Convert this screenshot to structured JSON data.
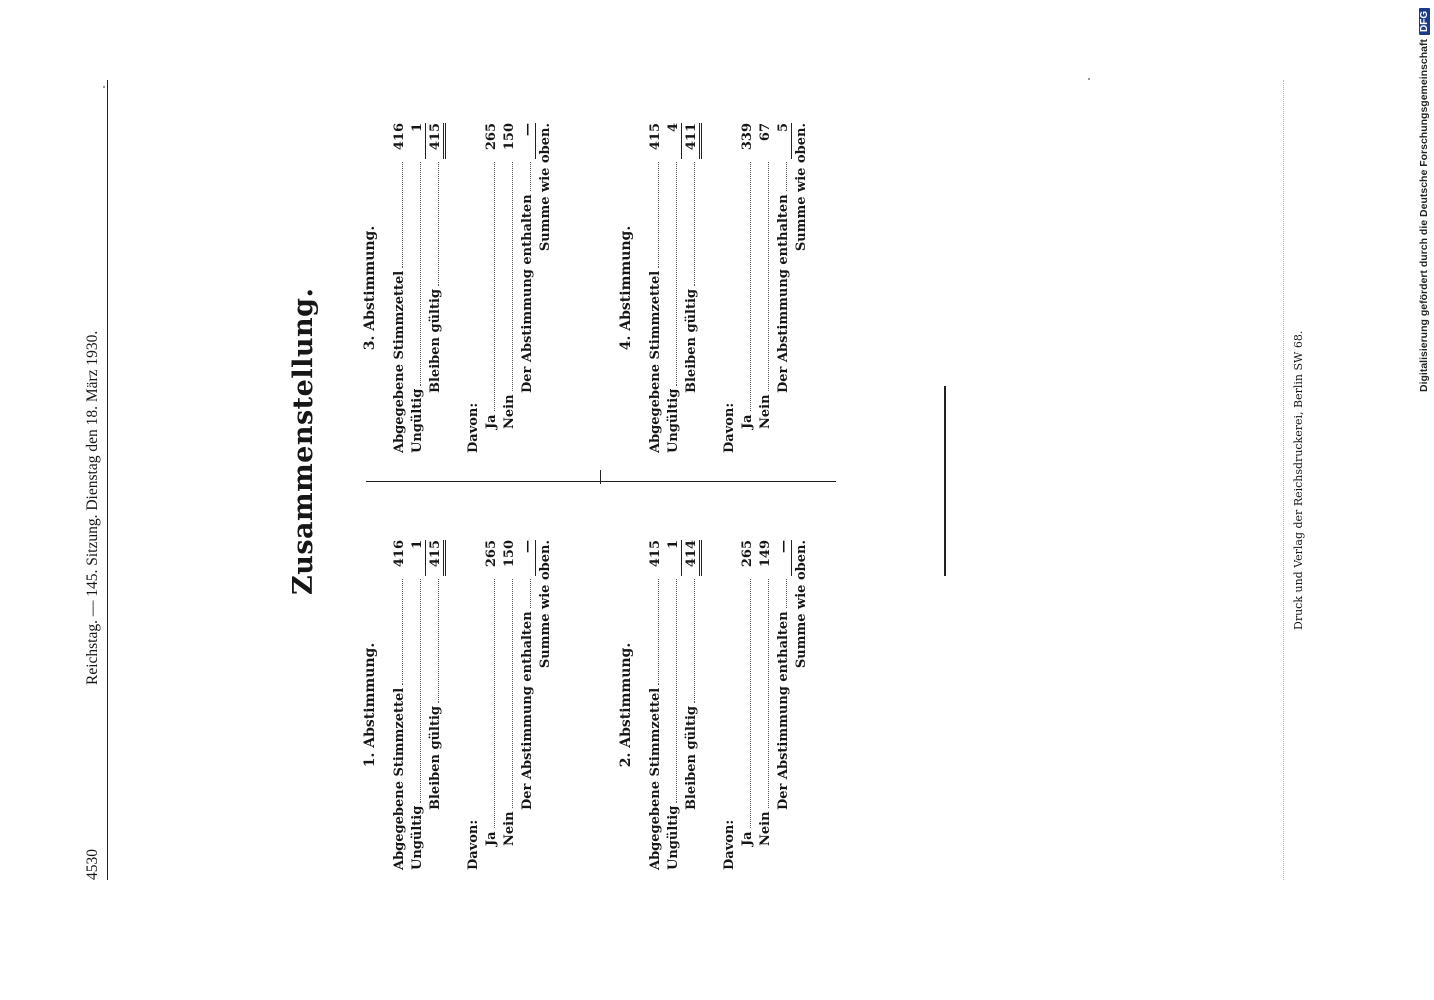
{
  "header": {
    "page_number": "4530",
    "title": "Reichstag. — 145. Sitzung. Dienstag den 18. März 1930."
  },
  "main_title": "Zusammenstellung.",
  "votes": [
    {
      "title": "1. Abstimmung.",
      "abgegeben_label": "Abgegebene Stimmzettel",
      "abgegeben": "416",
      "ungueltig_label": "Ungültig",
      "ungueltig": "1",
      "bleiben_label": "Bleiben gültig",
      "bleiben": "415",
      "davon_label": "Davon:",
      "ja_label": "Ja",
      "ja": "265",
      "nein_label": "Nein",
      "nein": "150",
      "enthalten_label": "Der Abstimmung enthalten",
      "enthalten": "—",
      "summe_label": "Summe wie oben."
    },
    {
      "title": "2. Abstimmung.",
      "abgegeben_label": "Abgegebene Stimmzettel",
      "abgegeben": "415",
      "ungueltig_label": "Ungültig",
      "ungueltig": "1",
      "bleiben_label": "Bleiben gültig",
      "bleiben": "414",
      "davon_label": "Davon:",
      "ja_label": "Ja",
      "ja": "265",
      "nein_label": "Nein",
      "nein": "149",
      "enthalten_label": "Der Abstimmung enthalten",
      "enthalten": "—",
      "summe_label": "Summe wie oben."
    },
    {
      "title": "3. Abstimmung.",
      "abgegeben_label": "Abgegebene Stimmzettel",
      "abgegeben": "416",
      "ungueltig_label": "Ungültig",
      "ungueltig": "1",
      "bleiben_label": "Bleiben gültig",
      "bleiben": "415",
      "davon_label": "Davon:",
      "ja_label": "Ja",
      "ja": "265",
      "nein_label": "Nein",
      "nein": "150",
      "enthalten_label": "Der Abstimmung enthalten",
      "enthalten": "—",
      "summe_label": "Summe wie oben."
    },
    {
      "title": "4. Abstimmung.",
      "abgegeben_label": "Abgegebene Stimmzettel",
      "abgegeben": "415",
      "ungueltig_label": "Ungültig",
      "ungueltig": "4",
      "bleiben_label": "Bleiben gültig",
      "bleiben": "411",
      "davon_label": "Davon:",
      "ja_label": "Ja",
      "ja": "339",
      "nein_label": "Nein",
      "nein": "67",
      "enthalten_label": "Der Abstimmung enthalten",
      "enthalten": "5",
      "summe_label": "Summe wie oben."
    }
  ],
  "printer": "Druck und Verlag der Reichsdruckerei, Berlin SW 68.",
  "footer_dfg": {
    "text": "Digitalisierung gefördert durch die Deutsche Forschungsgemeinschaft",
    "badge": "DFG"
  }
}
